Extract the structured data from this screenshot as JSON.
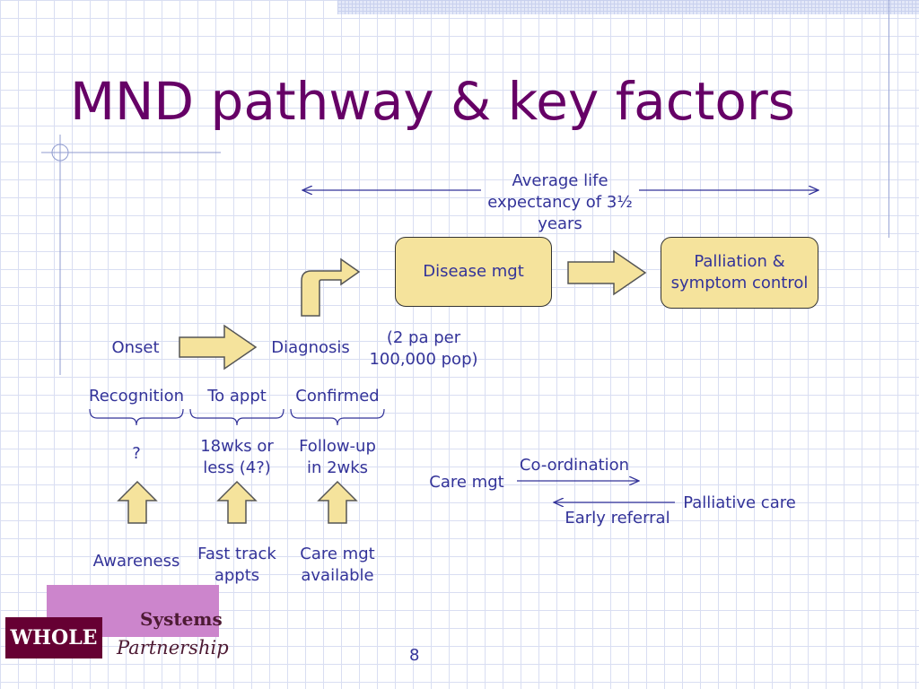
{
  "slide": {
    "title": "MND pathway & key factors",
    "page_number": "8"
  },
  "pathway": {
    "life_expectancy": "Average life expectancy of 3½ years",
    "disease_mgt": "Disease mgt",
    "palliation": "Palliation & symptom control",
    "onset": "Onset",
    "diagnosis": "Diagnosis",
    "incidence": "(2 pa per 100,000 pop)"
  },
  "stages": [
    {
      "label": "Recognition",
      "target": "?",
      "factor": "Awareness"
    },
    {
      "label": "To appt",
      "target": "18wks or less (4?)",
      "factor": "Fast track appts"
    },
    {
      "label": "Confirmed",
      "target": "Follow-up in 2wks",
      "factor": "Care mgt available"
    }
  ],
  "care_links": {
    "care_mgt": "Care mgt",
    "coordination": "Co-ordination",
    "palliative_care": "Palliative care",
    "early_referral": "Early referral"
  },
  "logo": {
    "whole": "WHOLE",
    "systems": "Systems",
    "partnership": "Partnership"
  },
  "colors": {
    "title": "#660066",
    "text": "#333399",
    "box_fill": "#f5e39c",
    "logo_pink": "#cc85cc",
    "logo_dark": "#660033"
  }
}
